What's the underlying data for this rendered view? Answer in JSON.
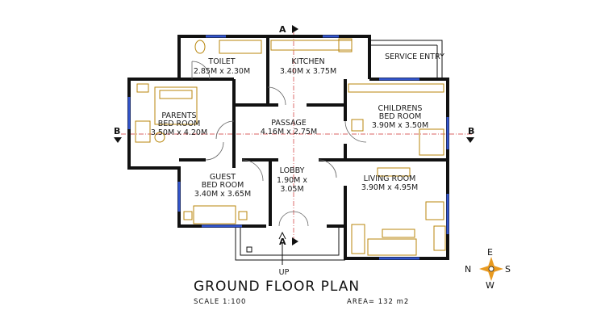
{
  "rooms": {
    "toilet": {
      "name": "TOILET",
      "size": "2.85M x 2.30M"
    },
    "kitchen": {
      "name": "KITCHEN",
      "size": "3.40M x 3.75M"
    },
    "parents": {
      "name1": "PARENTS",
      "name2": "BED ROOM",
      "size": "3.50M x 4.20M"
    },
    "passage": {
      "name": "PASSAGE",
      "size": "4.16M x 2.75M"
    },
    "childrens": {
      "name1": "CHILDRENS",
      "name2": "BED ROOM",
      "size": "3.90M x 3.50M"
    },
    "guest": {
      "name1": "GUEST",
      "name2": "BED ROOM",
      "size": "3.40M x 3.65M"
    },
    "lobby": {
      "name": "LOBBY",
      "size1": "1.90M x",
      "size2": "3.05M"
    },
    "living": {
      "name": "LIVING ROOM",
      "size": "3.90M x 4.95M"
    }
  },
  "labels": {
    "service_entry": "SERVICE ENTRY",
    "up": "UP",
    "section_a": "A",
    "section_b": "B"
  },
  "title": {
    "main": "GROUND FLOOR PLAN",
    "scale": "SCALE 1:100",
    "area": "AREA= 132  m2"
  },
  "compass": {
    "n": "N",
    "e": "E",
    "s": "S",
    "w": "W"
  },
  "colors": {
    "walls": "#111111",
    "windows": "#3355cc",
    "furniture": "#b8860b",
    "section_line": "#d03030",
    "compass": "#e89a20"
  }
}
